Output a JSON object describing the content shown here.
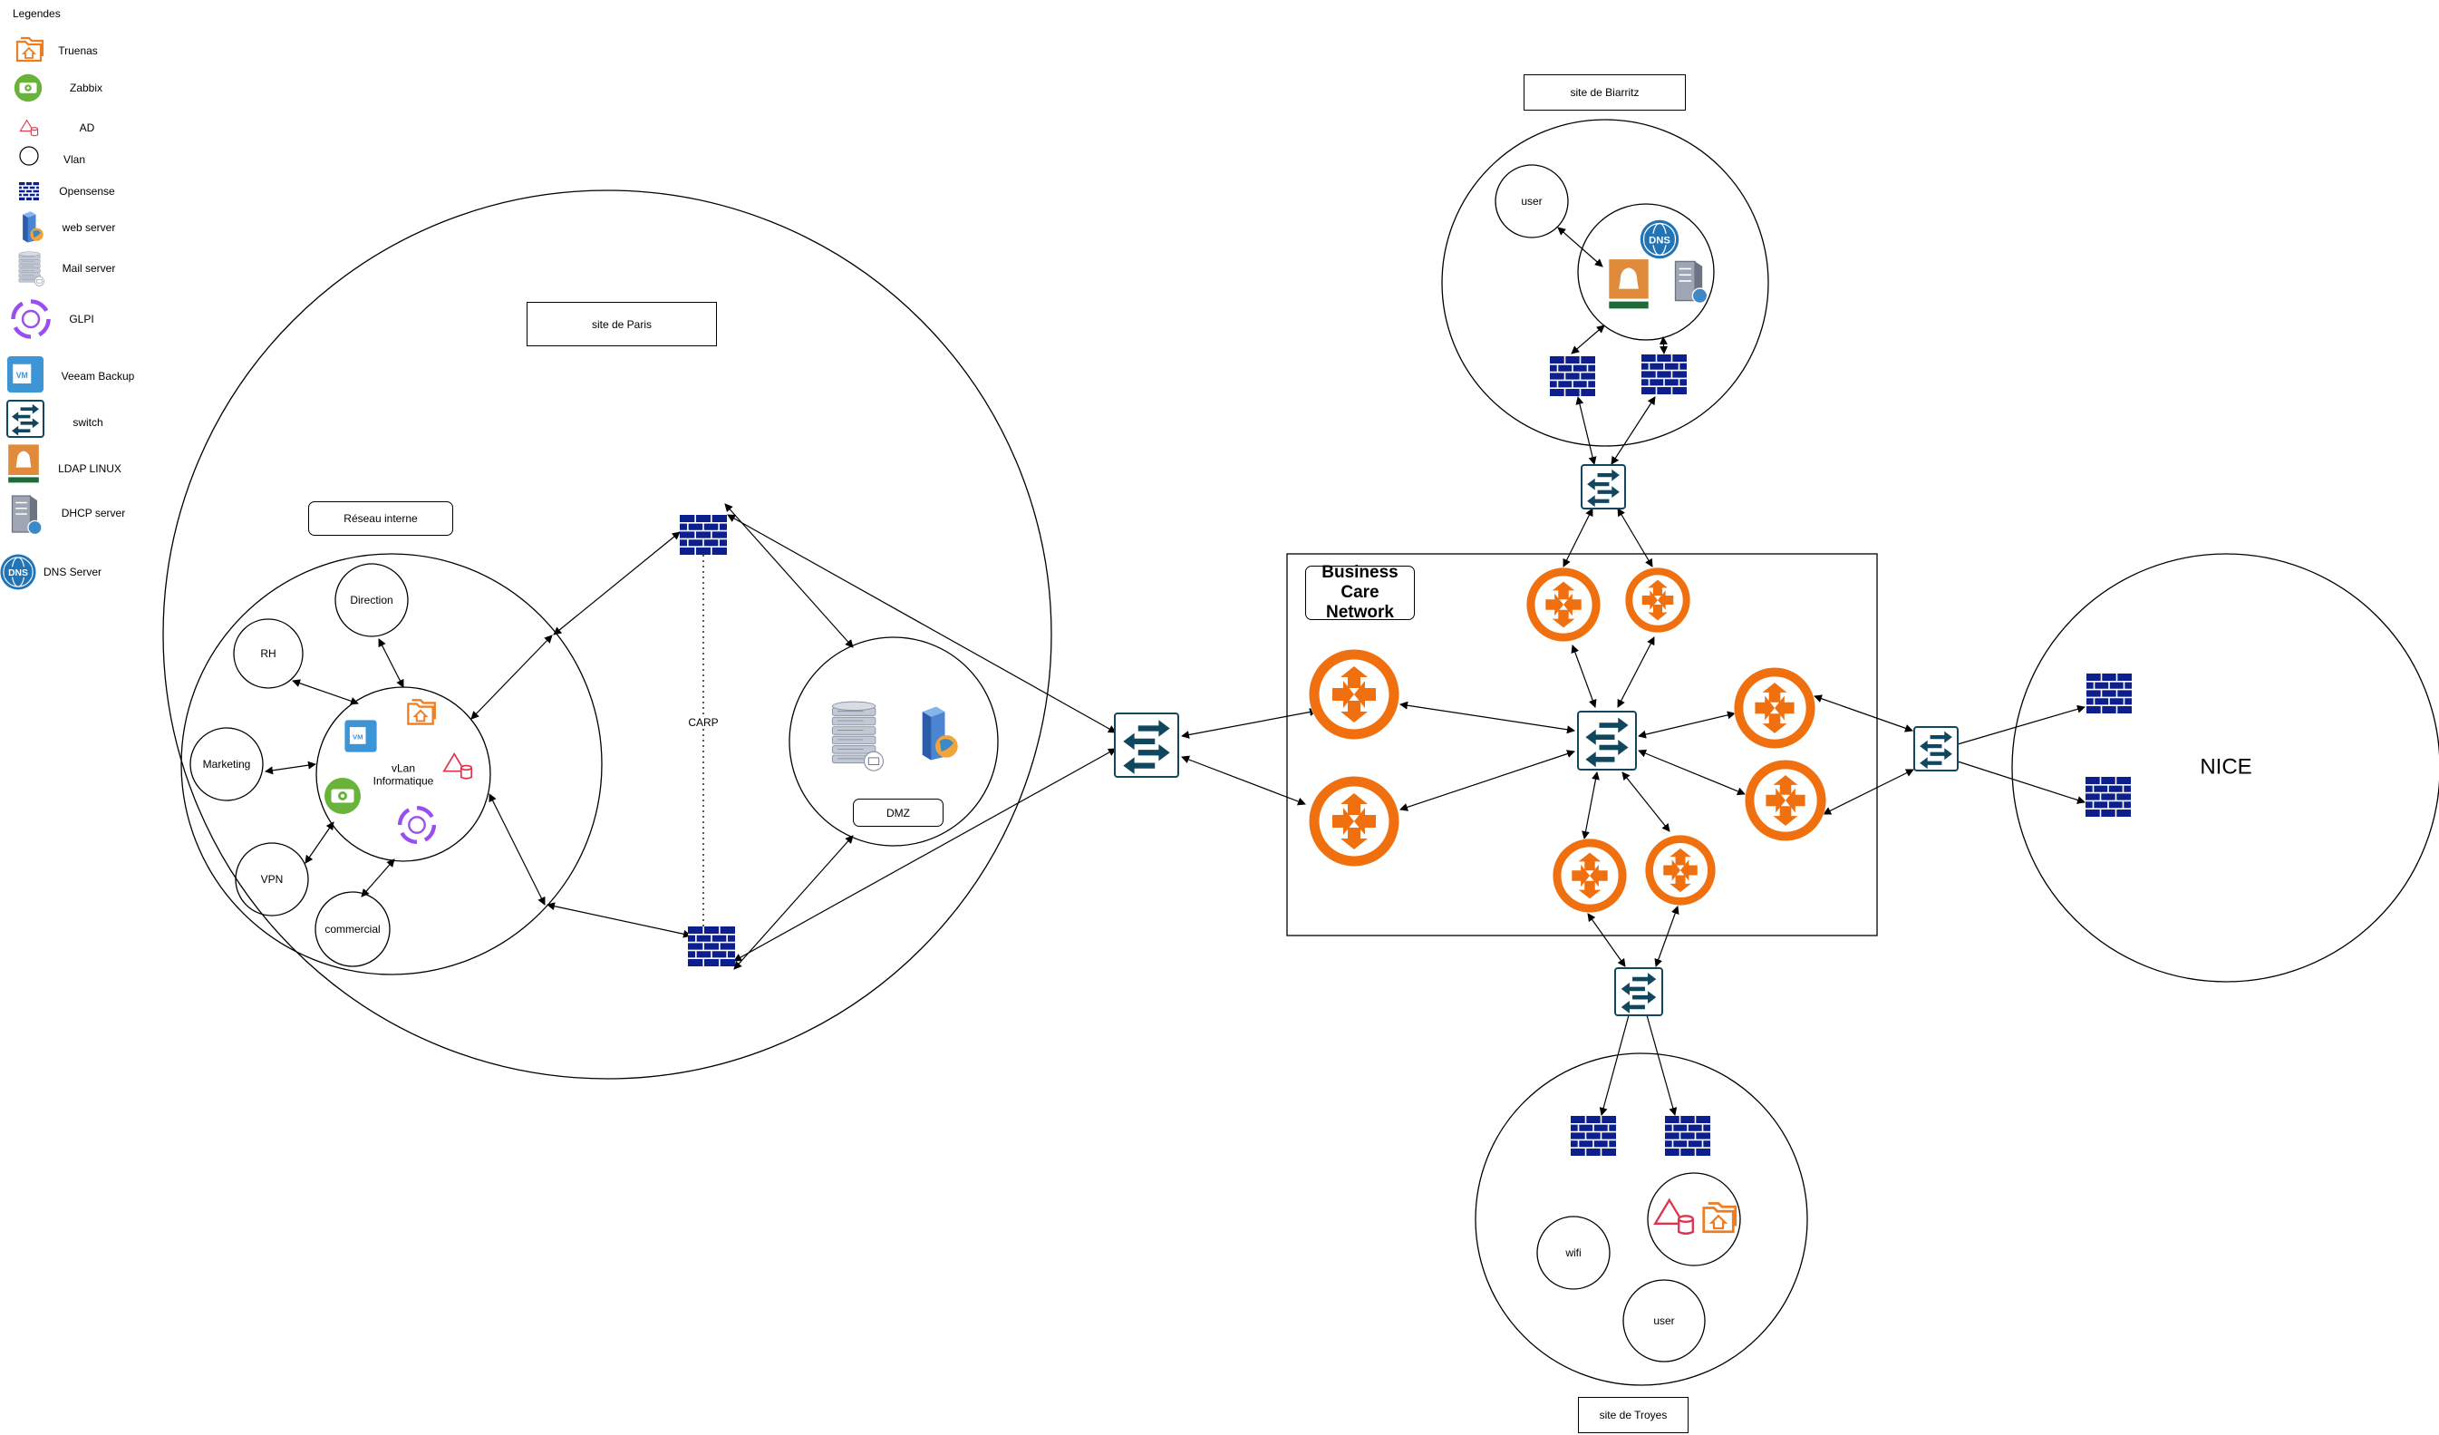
{
  "legend": {
    "title": "Legendes",
    "items": [
      {
        "icon": "truenas-icon",
        "label": "Truenas"
      },
      {
        "icon": "zabbix-icon",
        "label": "Zabbix"
      },
      {
        "icon": "ad-icon",
        "label": "AD"
      },
      {
        "icon": "vlan-icon",
        "label": "Vlan"
      },
      {
        "icon": "firewall-icon",
        "label": "Opensense"
      },
      {
        "icon": "web-server-icon",
        "label": "web server"
      },
      {
        "icon": "mail-server-icon",
        "label": "Mail server"
      },
      {
        "icon": "glpi-icon",
        "label": "GLPI"
      },
      {
        "icon": "veeam-icon",
        "label": "Veeam Backup"
      },
      {
        "icon": "switch-icon",
        "label": "switch"
      },
      {
        "icon": "ldap-icon",
        "label": "LDAP LINUX"
      },
      {
        "icon": "dhcp-server-icon",
        "label": "DHCP server"
      },
      {
        "icon": "dns-server-icon",
        "label": "DNS Server"
      }
    ]
  },
  "paris": {
    "site_label": "site de Paris",
    "internal_label": "Réseau interne",
    "vlan_label": "vLan Informatique",
    "departments": [
      "Direction",
      "RH",
      "Marketing",
      "VPN",
      "commercial"
    ],
    "carp_label": "CARP",
    "dmz_label": "DMZ"
  },
  "core": {
    "label": "Business Care Network"
  },
  "biarritz": {
    "site_label": "site de Biarritz",
    "user_label": "user"
  },
  "nice": {
    "label": "NICE"
  },
  "troyes": {
    "site_label": "site de Troyes",
    "wifi_label": "wifi",
    "user_label": "user"
  },
  "colors": {
    "router": "#f0700f",
    "switch": "#11475e",
    "firewall": "#0d1f8c",
    "truenas": "#ee7d22",
    "zabbix": "#6ab33a",
    "ad": "#e0344d",
    "glpi": "#9a4df0",
    "veeam": "#3e95d6",
    "ldap": "#e08a3b",
    "dns": "#2274b5"
  }
}
